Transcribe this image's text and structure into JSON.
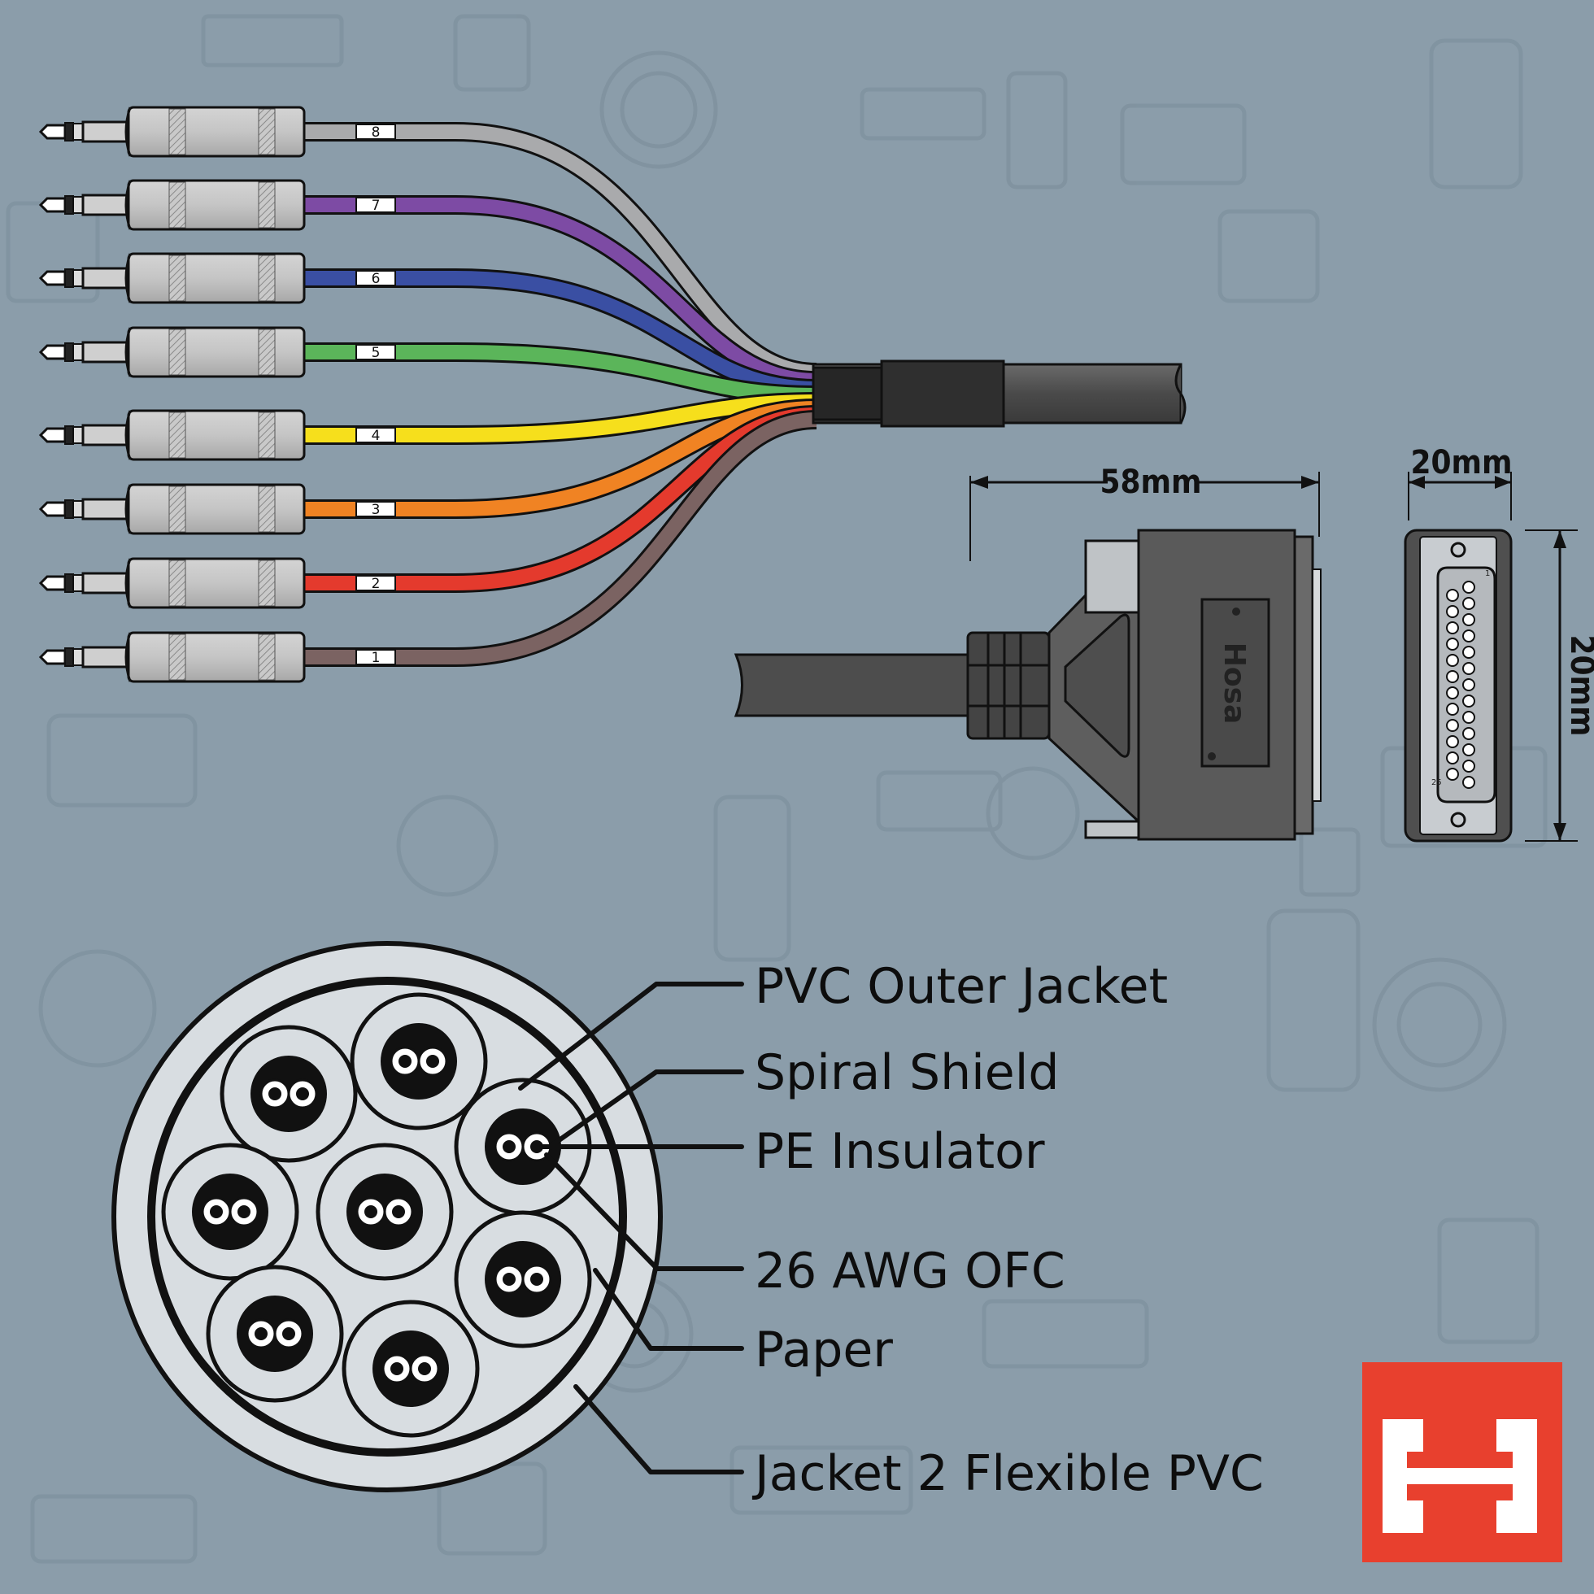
{
  "wires": [
    {
      "label": "8",
      "color": "#a9aaac"
    },
    {
      "label": "7",
      "color": "#7d4ba4"
    },
    {
      "label": "6",
      "color": "#3a4fa3"
    },
    {
      "label": "5",
      "color": "#5bb55a"
    },
    {
      "label": "4",
      "color": "#f6df1c"
    },
    {
      "label": "3",
      "color": "#f08323"
    },
    {
      "label": "2",
      "color": "#e43a2d"
    },
    {
      "label": "1",
      "color": "#7b6362"
    }
  ],
  "dimensions": {
    "length": "58mm",
    "width": "20mm",
    "height": "20mm"
  },
  "connector": {
    "brand_text": "Hosa",
    "pin_label_1": "1",
    "pin_label_25": "25"
  },
  "cross_section": {
    "callouts": [
      "PVC Outer Jacket",
      "Spiral Shield",
      "PE Insulator",
      "26 AWG OFC",
      "Paper",
      "Jacket 2 Flexible PVC"
    ]
  },
  "logo": {
    "color": "#e8402e",
    "icon": "hosa-h-logo"
  }
}
